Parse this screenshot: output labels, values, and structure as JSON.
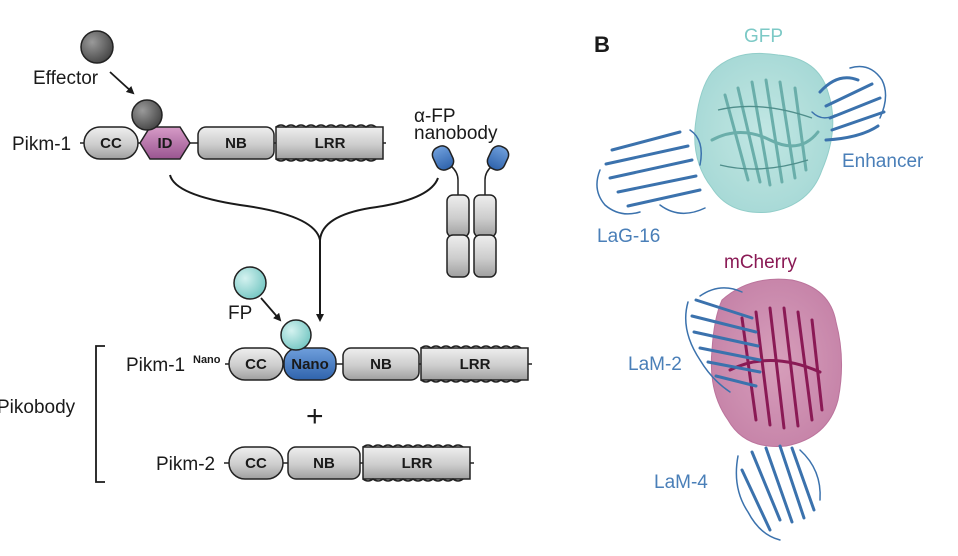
{
  "panel_a": {
    "effector_label": "Effector",
    "pikm1_label": "Pikm-1",
    "pikm1_domains": {
      "cc": "CC",
      "id": "ID",
      "nb": "NB",
      "lrr": "LRR"
    },
    "nanobody_label_line1": "α-FP",
    "nanobody_label_line2": "nanobody",
    "fp_label": "FP",
    "pikm1nano_label": "Pikm-1",
    "pikm1nano_superscript": "Nano",
    "pikm1nano_domains": {
      "cc": "CC",
      "nano": "Nano",
      "nb": "NB",
      "lrr": "LRR"
    },
    "plus_sign": "+",
    "pikm2_label": "Pikm-2",
    "pikm2_domains": {
      "cc": "CC",
      "nb": "NB",
      "lrr": "LRR"
    },
    "pikobody_label": "Pikobody"
  },
  "panel_b": {
    "panel_letter": "B",
    "gfp_label": "GFP",
    "enhancer_label": "Enhancer",
    "lag16_label": "LaG-16",
    "mcherry_label": "mCherry",
    "lam2_label": "LaM-2",
    "lam4_label": "LaM-4"
  },
  "colors": {
    "domain_gray": "#c9c9c9",
    "id_purple": "#b06aa2",
    "nano_blue": "#3f78c2",
    "fp_cyan": "#8fd6d3",
    "effector_gray": "#5b5b5b",
    "gfp_label": "#7cc9c6",
    "nanobody_blue": "#4a7fb8",
    "mcherry": "#8a1a55"
  }
}
